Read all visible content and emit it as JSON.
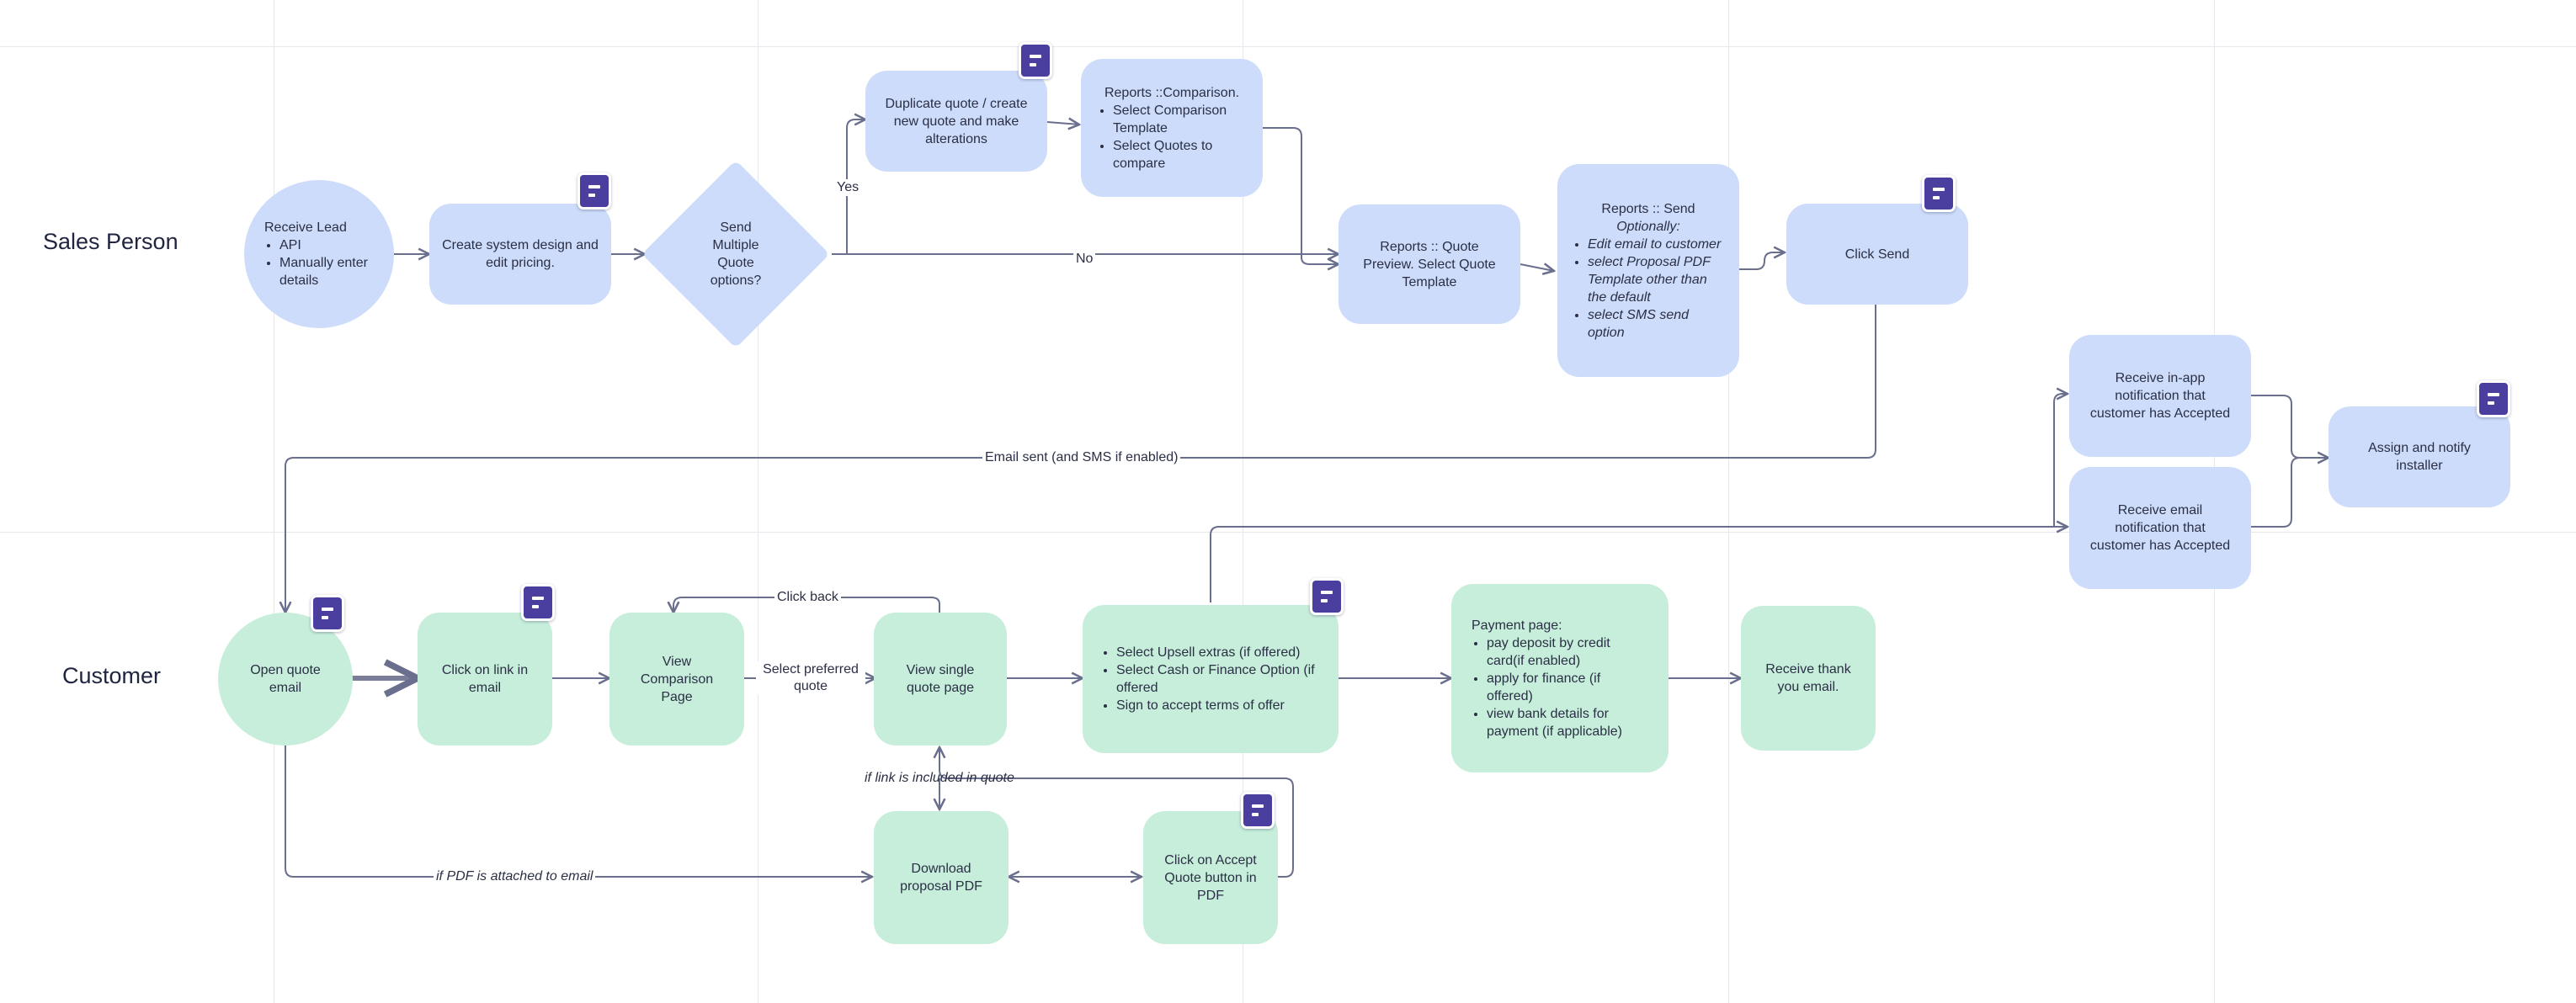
{
  "lanes": {
    "sales_person": "Sales Person",
    "customer": "Customer"
  },
  "nodes": {
    "receive_lead": {
      "title": "Receive Lead",
      "items": [
        "API",
        "Manually enter details"
      ]
    },
    "create_system": "Create system design and edit pricing.",
    "send_multiple": "Send Multiple Quote options?",
    "duplicate_quote": "Duplicate quote / create new quote and make alterations",
    "reports_comparison": {
      "title": "Reports ::Comparison.",
      "items": [
        "Select Comparison Template",
        "Select Quotes to compare"
      ]
    },
    "reports_quote_preview": "Reports :: Quote Preview. Select Quote Template",
    "reports_send": {
      "title": "Reports :: Send",
      "subtitle": "Optionally:",
      "items": [
        "Edit email to customer",
        "select Proposal PDF Template other than the default",
        "select SMS send option"
      ]
    },
    "click_send": "Click Send",
    "receive_inapp": "Receive in-app notification that customer has Accepted",
    "receive_email_notif": "Receive email notification that customer has Accepted",
    "assign_installer": "Assign and notify installer",
    "open_quote_email": "Open quote email",
    "click_link_email": "Click on link in email",
    "view_comparison": "View Comparison Page",
    "view_single_quote": "View single quote page",
    "select_upsell": {
      "items": [
        "Select Upsell extras (if offered)",
        "Select Cash or Finance Option (if offered",
        "Sign to accept terms of offer"
      ]
    },
    "payment_page": {
      "title": "Payment page:",
      "items": [
        "pay deposit by credit card(if enabled)",
        "apply for finance (if offered)",
        "view bank details for payment (if applicable)"
      ]
    },
    "receive_thank_you": "Receive thank you email.",
    "download_pdf": "Download proposal PDF",
    "click_accept_pdf": "Click on Accept Quote button in PDF"
  },
  "edge_labels": {
    "yes": "Yes",
    "no": "No",
    "email_sent": "Email sent (and SMS if enabled)",
    "click_back": "Click back",
    "select_preferred": "Select preferred quote",
    "if_link_included": "if link is included in quote",
    "if_pdf_attached": "if PDF is attached to email"
  },
  "colors": {
    "sales_node": "#ccdcfa",
    "customer_node": "#c6eedb",
    "note_icon": "#4a3f9f",
    "connector": "#6b6f8e"
  },
  "icons": [
    "note-icon"
  ]
}
